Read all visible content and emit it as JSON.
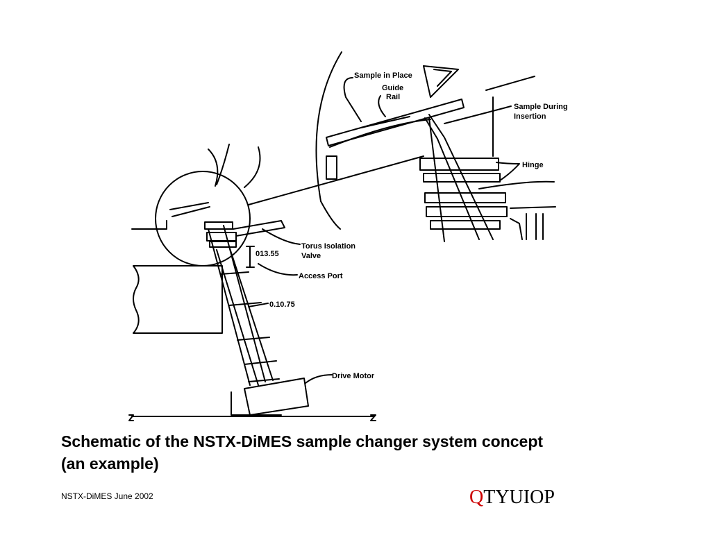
{
  "diagram": {
    "labels": {
      "sample_in_place": "Sample in Place",
      "guide_rail": "Guide\nRail",
      "sample_during_insertion": "Sample During\nInsertion",
      "hinge": "Hinge",
      "torus_isolation_valve": "Torus Isolation\nValve",
      "access_port": "Access Port",
      "dim_top": "013.55",
      "dim_mid": "0.10.75",
      "drive_motor": "Drive Motor"
    }
  },
  "caption": {
    "line1": "Schematic of the NSTX-DiMES sample changer system concept",
    "line2": "(an example)"
  },
  "footer": {
    "left_text": "NSTX-DiMES June 2002",
    "logo_first": "Q",
    "logo_rest": "TYUIOP",
    "logo_first_color": "#cc0000"
  }
}
